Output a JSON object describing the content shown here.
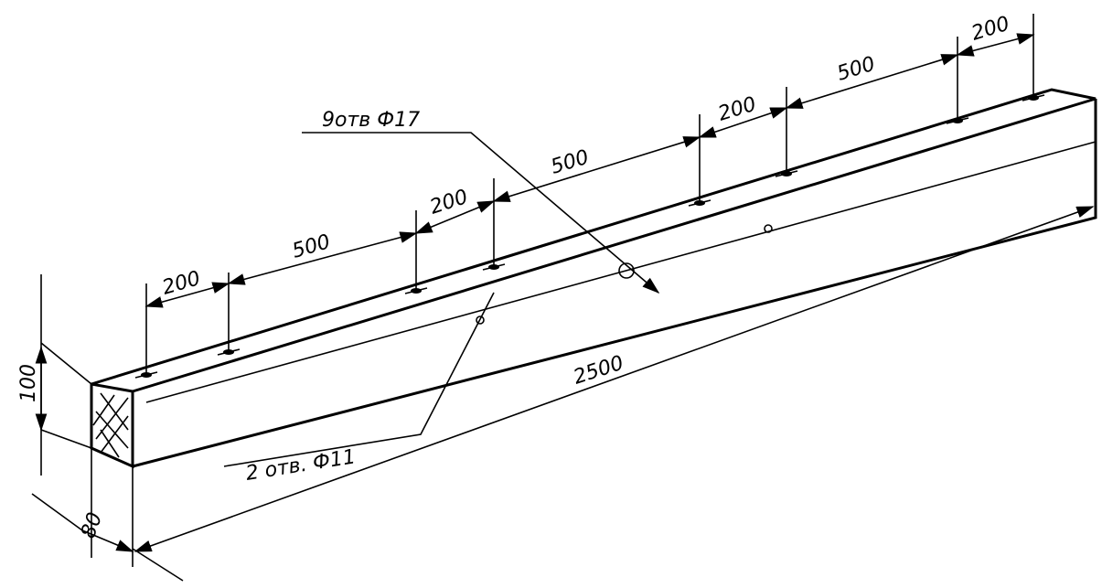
{
  "drawing": {
    "callout_large_holes": "9отв Ф17",
    "callout_small_holes": "2 отв. Ф11",
    "dimensions": {
      "spacing": [
        "200",
        "500",
        "200",
        "500",
        "200",
        "500",
        "200"
      ],
      "length": "2500",
      "height": "100",
      "width": "80"
    }
  }
}
